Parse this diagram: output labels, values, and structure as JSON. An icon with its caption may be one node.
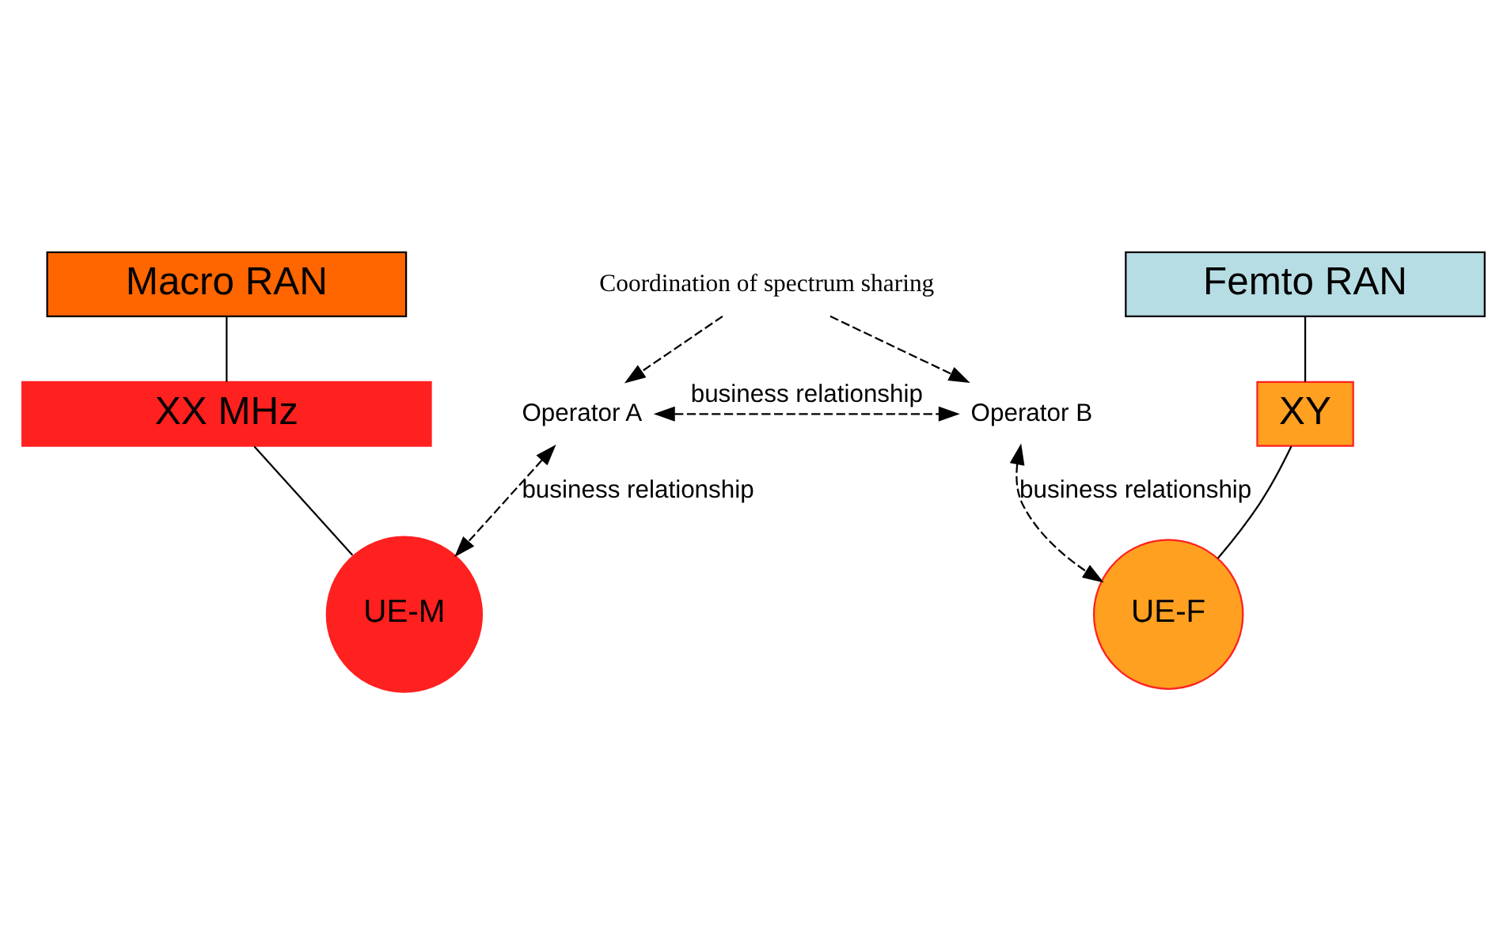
{
  "diagram": {
    "nodes": [
      {
        "text": [
          "Coordination of spectrum sharing"
        ]
      },
      {
        "text": [
          "Operator A"
        ]
      },
      {
        "text": [
          "Macro RAN"
        ]
      },
      {
        "text": [
          "Operator B"
        ]
      },
      {
        "text": [
          "Femto RAN"
        ]
      },
      {
        "text": [
          "XX MHz"
        ]
      },
      {
        "text": [
          "XY"
        ]
      },
      {
        "text": [
          "UE-M"
        ]
      },
      {
        "text": [
          "UE-F"
        ]
      }
    ],
    "edges": [
      {
        "from": 0,
        "to": 1,
        "arrow": "to",
        "style": "dashed"
      },
      {
        "from": 0,
        "to": 3,
        "arrow": "to",
        "style": "dashed"
      },
      {
        "from": 1,
        "to": 7,
        "arrow": "both",
        "style": "dashed",
        "label": "business relationship"
      },
      {
        "from": 1,
        "to": 3,
        "arrow": "both",
        "style": "dashed",
        "label": "business relationship"
      },
      {
        "from": 3,
        "to": 8,
        "arrow": "both",
        "style": "dashed",
        "label": "business relationship"
      },
      {
        "from": 2,
        "to": 5,
        "arrow": "none"
      },
      {
        "from": 4,
        "to": 6,
        "arrow": "none"
      },
      {
        "from": 5,
        "to": 7,
        "arrow": "none"
      },
      {
        "from": 6,
        "to": 8,
        "arrow": "none"
      }
    ]
  }
}
